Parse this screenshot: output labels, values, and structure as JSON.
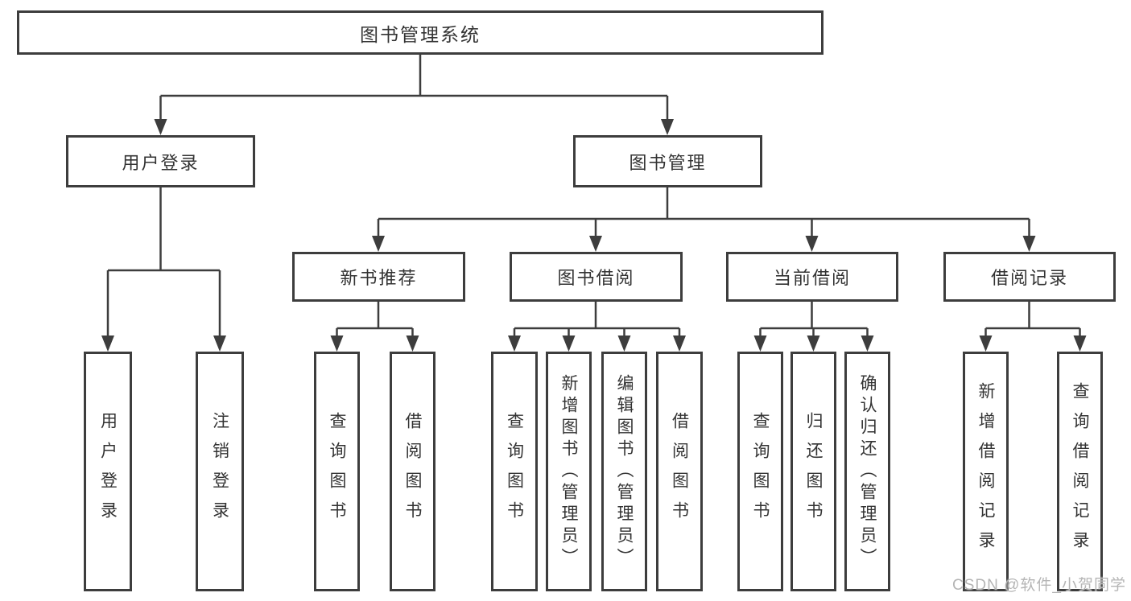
{
  "tree": {
    "root": "图书管理系统",
    "level2": [
      {
        "label": "用户登录",
        "children": [
          "用户登录",
          "注销登录"
        ]
      },
      {
        "label": "图书管理",
        "children": [
          {
            "label": "新书推荐",
            "children": [
              "查询图书",
              "借阅图书"
            ]
          },
          {
            "label": "图书借阅",
            "children": [
              "查询图书",
              "新增图书（管理员）",
              "编辑图书（管理员）",
              "借阅图书"
            ]
          },
          {
            "label": "当前借阅",
            "children": [
              "查询图书",
              "归还图书",
              "确认归还（管理员）"
            ]
          },
          {
            "label": "借阅记录",
            "children": [
              "新增借阅记录",
              "查询借阅记录"
            ]
          }
        ]
      }
    ]
  },
  "watermark": {
    "text": "CSDN @软件_小贺同学"
  },
  "colors": {
    "line": "#3d3d3d",
    "box_border": "#3d3d3d",
    "text": "#333333",
    "background": "#ffffff",
    "watermark": "#b5b5b5"
  }
}
